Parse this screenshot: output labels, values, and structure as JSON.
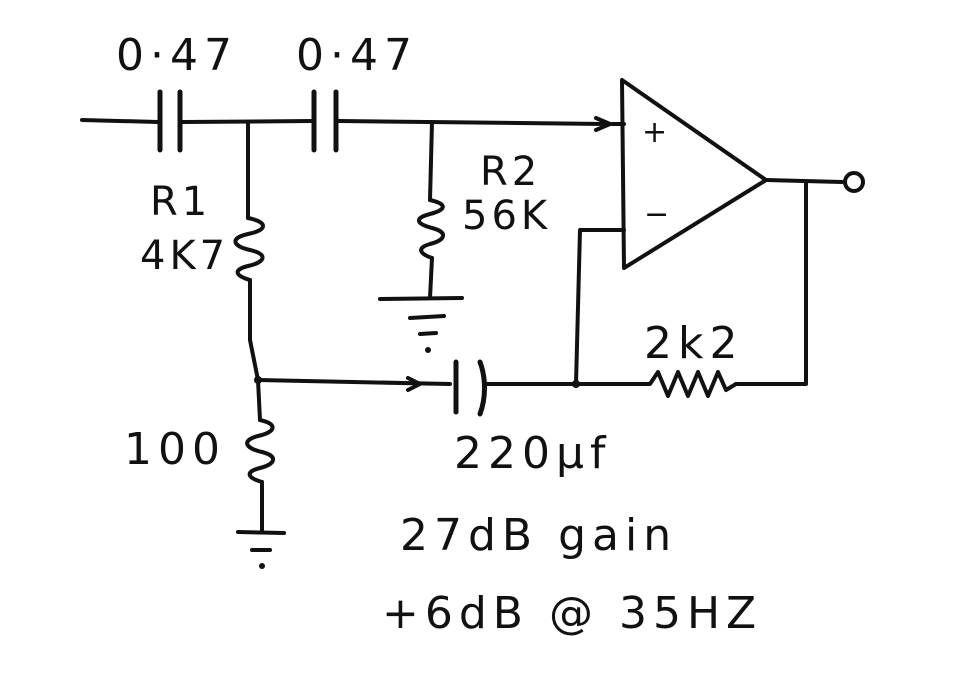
{
  "components": {
    "c1": {
      "value": "0·47"
    },
    "c2": {
      "value": "0·47"
    },
    "r1": {
      "ref": "R1",
      "value": "4K7"
    },
    "r2": {
      "ref": "R2",
      "value": "56K"
    },
    "r3": {
      "value": "100"
    },
    "c3": {
      "value": "220μf"
    },
    "r4": {
      "value": "2k2"
    }
  },
  "opamp": {
    "plus": "+",
    "minus": "−"
  },
  "notes": {
    "line1": "27dB gain",
    "line2": "+6dB @ 35HZ"
  }
}
